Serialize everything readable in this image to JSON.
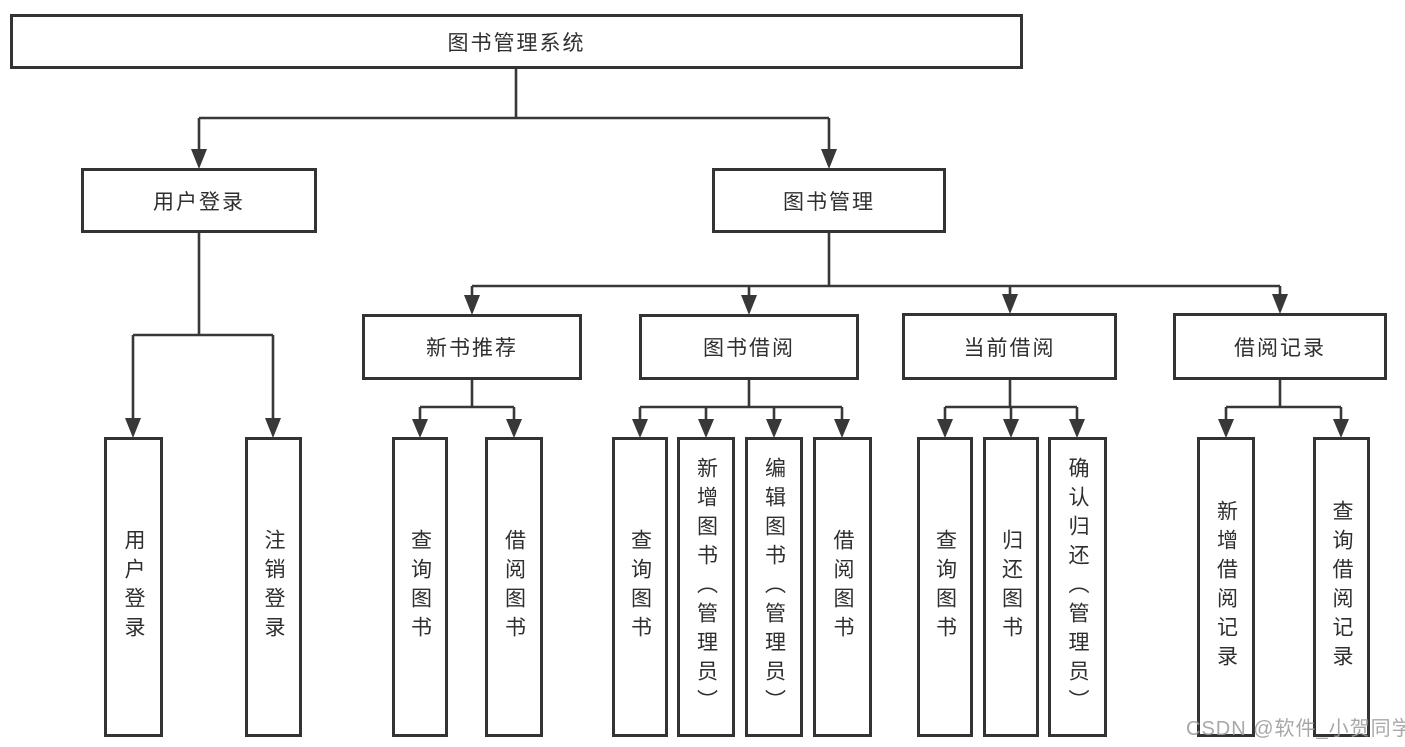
{
  "diagram": {
    "title": "图书管理系统",
    "colors": {
      "background": "#ffffff",
      "box_border": "#333333",
      "box_fill": "#ffffff",
      "line": "#383838",
      "text": "#2f2f2f",
      "watermark": "#9e9e9e"
    },
    "nodes": {
      "root": {
        "label": "图书管理系统"
      },
      "user_login": {
        "label": "用户登录"
      },
      "book_mgmt": {
        "label": "图书管理"
      },
      "new_book_rec": {
        "label": "新书推荐"
      },
      "book_borrow": {
        "label": "图书借阅"
      },
      "current_borrow": {
        "label": "当前借阅"
      },
      "borrow_records": {
        "label": "借阅记录"
      },
      "leaf_user_login": {
        "label": "用户登录"
      },
      "leaf_logout": {
        "label": "注销登录"
      },
      "leaf_query_book_1": {
        "label": "查询图书"
      },
      "leaf_borrow_book_1": {
        "label": "借阅图书"
      },
      "leaf_query_book_2": {
        "label": "查询图书"
      },
      "leaf_add_book": {
        "label": "新增图书（管理员）"
      },
      "leaf_edit_book": {
        "label": "编辑图书（管理员）"
      },
      "leaf_borrow_book_2": {
        "label": "借阅图书"
      },
      "leaf_query_book_3": {
        "label": "查询图书"
      },
      "leaf_return_book": {
        "label": "归还图书"
      },
      "leaf_confirm_return": {
        "label": "确认归还（管理员）"
      },
      "leaf_add_borrow_record": {
        "label": "新增借阅记录"
      },
      "leaf_query_borrow_record": {
        "label": "查询借阅记录"
      }
    },
    "edges": [
      [
        "root",
        "user_login"
      ],
      [
        "root",
        "book_mgmt"
      ],
      [
        "user_login",
        "leaf_user_login"
      ],
      [
        "user_login",
        "leaf_logout"
      ],
      [
        "book_mgmt",
        "new_book_rec"
      ],
      [
        "book_mgmt",
        "book_borrow"
      ],
      [
        "book_mgmt",
        "current_borrow"
      ],
      [
        "book_mgmt",
        "borrow_records"
      ],
      [
        "new_book_rec",
        "leaf_query_book_1"
      ],
      [
        "new_book_rec",
        "leaf_borrow_book_1"
      ],
      [
        "book_borrow",
        "leaf_query_book_2"
      ],
      [
        "book_borrow",
        "leaf_add_book"
      ],
      [
        "book_borrow",
        "leaf_edit_book"
      ],
      [
        "book_borrow",
        "leaf_borrow_book_2"
      ],
      [
        "current_borrow",
        "leaf_query_book_3"
      ],
      [
        "current_borrow",
        "leaf_return_book"
      ],
      [
        "current_borrow",
        "leaf_confirm_return"
      ],
      [
        "borrow_records",
        "leaf_add_borrow_record"
      ],
      [
        "borrow_records",
        "leaf_query_borrow_record"
      ]
    ]
  },
  "watermark": {
    "text": "CSDN @软件_小贺同学"
  }
}
